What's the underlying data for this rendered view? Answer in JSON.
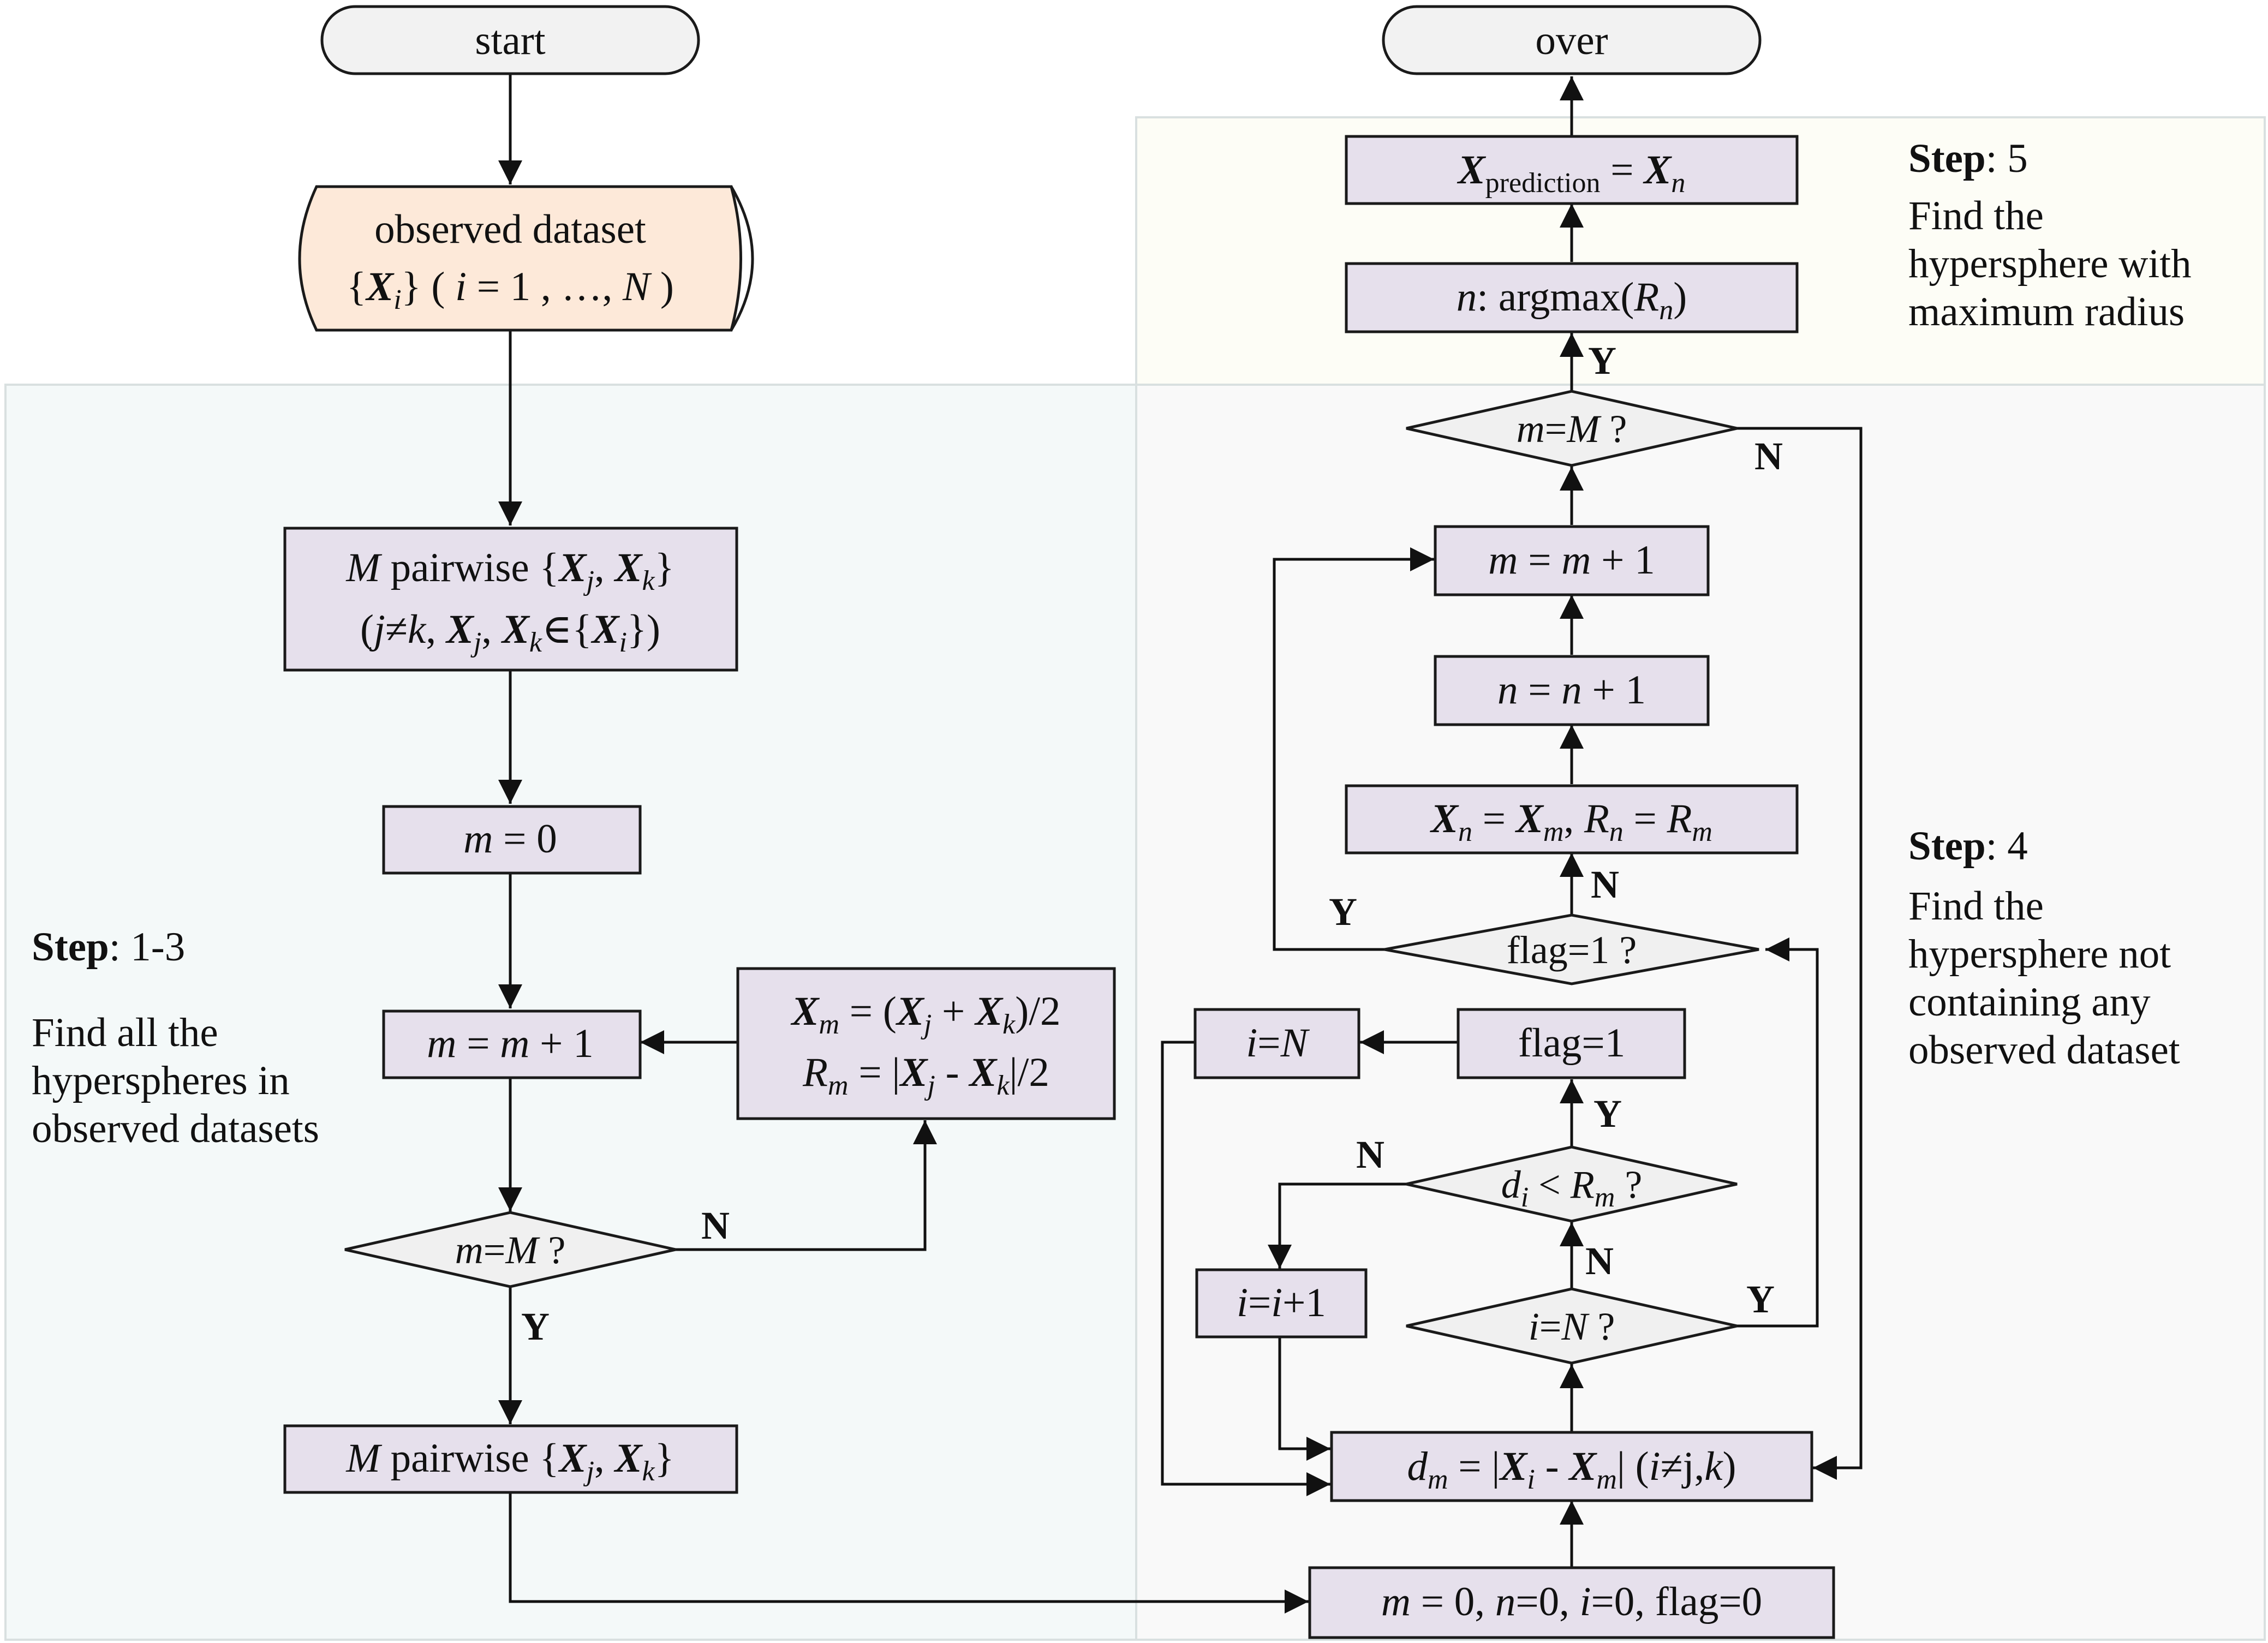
{
  "colors": {
    "region_left": "#f4f9f9",
    "region_step4": "#f9f9f9",
    "region_step5": "#fdfdf6",
    "region_border": "#d9e0e0",
    "process_fill": "#e6e0ec",
    "decision_fill": "#f0f0f0",
    "terminal_fill": "#f2f2f2",
    "data_fill": "#fde9d9",
    "line": "#1a1a1a"
  },
  "steps": {
    "s13": {
      "title": "Step",
      "num": ": 1-3",
      "lines": [
        "Find all the",
        "hyperspheres in",
        "observed datasets"
      ]
    },
    "s4": {
      "title": "Step",
      "num": ": 4",
      "lines": [
        "Find the",
        "hypersphere not",
        "containing any",
        "observed dataset"
      ]
    },
    "s5": {
      "title": "Step",
      "num": ": 5",
      "lines": [
        "Find the",
        "hypersphere with",
        "maximum radius"
      ]
    }
  },
  "nodes": {
    "start": "start",
    "over": "over",
    "dataset": {
      "line1": "observed dataset",
      "line2": [
        {
          "t": "{"
        },
        {
          "t": "X",
          "b": true,
          "i": true
        },
        {
          "t": "i",
          "i": true,
          "sub": true
        },
        {
          "t": "} ( "
        },
        {
          "t": "i",
          "i": true
        },
        {
          "t": " = 1 , …, "
        },
        {
          "t": "N",
          "i": true
        },
        {
          "t": " )"
        }
      ]
    },
    "pairwise1": {
      "line1": [
        {
          "t": "M",
          "i": true
        },
        {
          "t": " pairwise {"
        },
        {
          "t": "X",
          "b": true,
          "i": true
        },
        {
          "t": "j",
          "i": true,
          "sub": true
        },
        {
          "t": ", "
        },
        {
          "t": "X",
          "b": true,
          "i": true
        },
        {
          "t": "k",
          "i": true,
          "sub": true
        },
        {
          "t": "}"
        }
      ],
      "line2": [
        {
          "t": "("
        },
        {
          "t": "j",
          "i": true
        },
        {
          "t": "≠"
        },
        {
          "t": "k",
          "i": true
        },
        {
          "t": ", "
        },
        {
          "t": "X",
          "b": true,
          "i": true
        },
        {
          "t": "j",
          "i": true,
          "sub": true
        },
        {
          "t": ", "
        },
        {
          "t": "X",
          "b": true,
          "i": true
        },
        {
          "t": "k",
          "i": true,
          "sub": true
        },
        {
          "t": "∈{"
        },
        {
          "t": "X",
          "b": true,
          "i": true
        },
        {
          "t": "i",
          "i": true,
          "sub": true
        },
        {
          "t": "})"
        }
      ]
    },
    "m0": [
      {
        "t": "m",
        "i": true
      },
      {
        "t": " = 0"
      }
    ],
    "m_inc_left": [
      {
        "t": "m",
        "i": true
      },
      {
        "t": " = "
      },
      {
        "t": "m",
        "i": true
      },
      {
        "t": " + 1"
      }
    ],
    "xm_rm": {
      "line1": [
        {
          "t": "X",
          "b": true,
          "i": true
        },
        {
          "t": "m",
          "i": true,
          "sub": true
        },
        {
          "t": " =  ("
        },
        {
          "t": "X",
          "b": true,
          "i": true
        },
        {
          "t": "j",
          "i": true,
          "sub": true
        },
        {
          "t": " + "
        },
        {
          "t": "X",
          "b": true,
          "i": true
        },
        {
          "t": "k",
          "i": true,
          "sub": true
        },
        {
          "t": ")/2"
        }
      ],
      "line2": [
        {
          "t": "R",
          "i": true
        },
        {
          "t": "m",
          "i": true,
          "sub": true
        },
        {
          "t": " =  |"
        },
        {
          "t": "X",
          "b": true,
          "i": true
        },
        {
          "t": "j",
          "i": true,
          "sub": true
        },
        {
          "t": "  -  "
        },
        {
          "t": "X",
          "b": true,
          "i": true
        },
        {
          "t": "k",
          "i": true,
          "sub": true
        },
        {
          "t": "|/2"
        }
      ]
    },
    "dec_mM_left": [
      {
        "t": "m",
        "i": true
      },
      {
        "t": "="
      },
      {
        "t": "M",
        "i": true
      },
      {
        "t": " ?"
      }
    ],
    "pairwise2": [
      {
        "t": "M",
        "i": true
      },
      {
        "t": " pairwise {"
      },
      {
        "t": "X",
        "b": true,
        "i": true
      },
      {
        "t": "j",
        "i": true,
        "sub": true
      },
      {
        "t": ", "
      },
      {
        "t": "X",
        "b": true,
        "i": true
      },
      {
        "t": "k",
        "i": true,
        "sub": true
      },
      {
        "t": "}"
      }
    ],
    "init": [
      {
        "t": "m",
        "i": true
      },
      {
        "t": " = 0, "
      },
      {
        "t": "n",
        "i": true
      },
      {
        "t": "=0, "
      },
      {
        "t": "i",
        "i": true
      },
      {
        "t": "=0, flag=0"
      }
    ],
    "dm": [
      {
        "t": "d",
        "i": true
      },
      {
        "t": "m",
        "i": true,
        "sub": true
      },
      {
        "t": " =  |"
      },
      {
        "t": "X",
        "b": true,
        "i": true
      },
      {
        "t": "i",
        "i": true,
        "sub": true
      },
      {
        "t": "  -  "
      },
      {
        "t": "X",
        "b": true,
        "i": true
      },
      {
        "t": "m",
        "i": true,
        "sub": true
      },
      {
        "t": "| ("
      },
      {
        "t": "i",
        "i": true
      },
      {
        "t": "≠j,"
      },
      {
        "t": "k",
        "i": true
      },
      {
        "t": ")"
      }
    ],
    "dec_iN": [
      {
        "t": "i",
        "i": true
      },
      {
        "t": "="
      },
      {
        "t": "N",
        "i": true
      },
      {
        "t": " ?"
      }
    ],
    "i_inc": [
      {
        "t": "i",
        "i": true
      },
      {
        "t": "="
      },
      {
        "t": "i",
        "i": true
      },
      {
        "t": "+1"
      }
    ],
    "dec_di": [
      {
        "t": "d",
        "i": true
      },
      {
        "t": "i",
        "i": true,
        "sub": true
      },
      {
        "t": " < "
      },
      {
        "t": "R",
        "i": true
      },
      {
        "t": "m",
        "i": true,
        "sub": true
      },
      {
        "t": " ?"
      }
    ],
    "flag1_set": [
      {
        "t": "flag=1"
      }
    ],
    "i_N": [
      {
        "t": "i",
        "i": true
      },
      {
        "t": "="
      },
      {
        "t": "N",
        "i": true
      }
    ],
    "dec_flag": [
      {
        "t": "flag=1 ?"
      }
    ],
    "xn_rn": [
      {
        "t": "X",
        "b": true,
        "i": true
      },
      {
        "t": "n",
        "i": true,
        "sub": true
      },
      {
        "t": " = "
      },
      {
        "t": "X",
        "b": true,
        "i": true
      },
      {
        "t": "m",
        "i": true,
        "sub": true
      },
      {
        "t": ", "
      },
      {
        "t": "R",
        "i": true
      },
      {
        "t": "n",
        "i": true,
        "sub": true
      },
      {
        "t": " =  "
      },
      {
        "t": "R",
        "i": true
      },
      {
        "t": "m",
        "i": true,
        "sub": true
      }
    ],
    "n_inc": [
      {
        "t": "n",
        "i": true
      },
      {
        "t": " = "
      },
      {
        "t": "n",
        "i": true
      },
      {
        "t": " + 1"
      }
    ],
    "m_inc_right": [
      {
        "t": "m",
        "i": true
      },
      {
        "t": " = "
      },
      {
        "t": "m",
        "i": true
      },
      {
        "t": " + 1"
      }
    ],
    "dec_mM_right": [
      {
        "t": "m",
        "i": true
      },
      {
        "t": "="
      },
      {
        "t": "M",
        "i": true
      },
      {
        "t": " ?"
      }
    ],
    "argmax": [
      {
        "t": "n",
        "i": true
      },
      {
        "t": ": argmax("
      },
      {
        "t": "R",
        "i": true
      },
      {
        "t": "n",
        "i": true,
        "sub": true
      },
      {
        "t": ")"
      }
    ],
    "pred": [
      {
        "t": "X",
        "b": true,
        "i": true
      },
      {
        "t": "prediction",
        "sub": true
      },
      {
        "t": " = "
      },
      {
        "t": "X",
        "b": true,
        "i": true
      },
      {
        "t": "n",
        "i": true,
        "sub": true
      }
    ]
  },
  "edge_labels": {
    "n_left_loop": "N",
    "y_left_down": "Y",
    "n_dec_iN": "N",
    "y_dec_iN": "Y",
    "n_dec_di": "N",
    "y_dec_di": "Y",
    "n_dec_flag": "N",
    "y_dec_flag": "Y",
    "n_dec_mM": "N",
    "y_dec_mM": "Y"
  }
}
